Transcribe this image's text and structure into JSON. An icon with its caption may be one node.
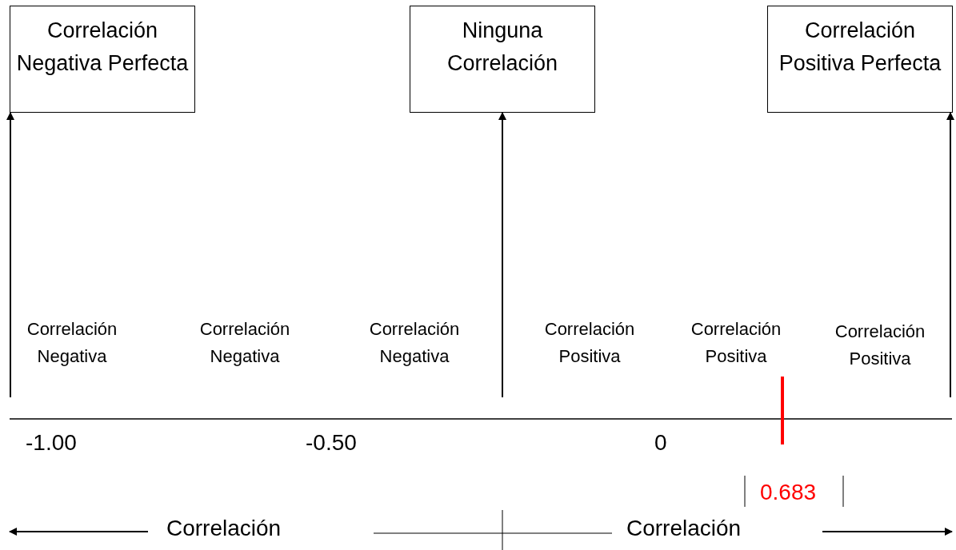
{
  "diagram": {
    "nodes": [
      {
        "text": [
          "Correlación Negativa Perfecta"
        ]
      },
      {
        "text": [
          "Ninguna Correlación"
        ]
      },
      {
        "text": [
          "Correlación Positiva Perfecta"
        ]
      }
    ],
    "edges": [
      {
        "from": null,
        "to": 0,
        "arrow": "to"
      },
      {
        "from": null,
        "to": 1,
        "arrow": "to"
      },
      {
        "from": null,
        "to": 2,
        "arrow": "to"
      }
    ],
    "labels": [
      "Correlación Negativa",
      "Correlación Negativa",
      "Correlación Negativa",
      "Correlación Positiva",
      "Correlación Positiva",
      "Correlación Positiva",
      "-1.00",
      "-0.50",
      "0",
      "0.683",
      "Correlación",
      "Correlación"
    ]
  }
}
